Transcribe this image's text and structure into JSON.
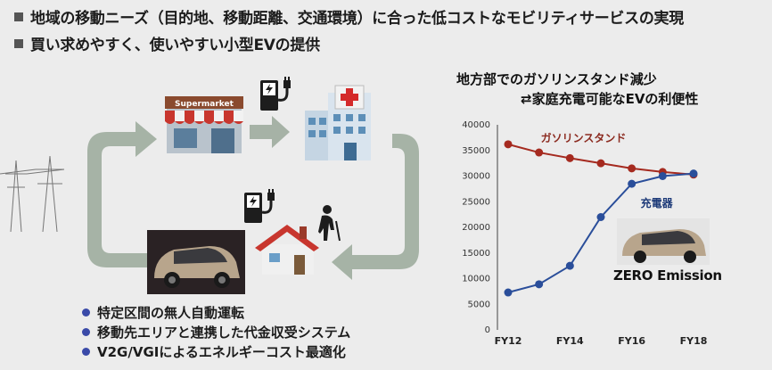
{
  "header": {
    "bullet1": "地域の移動ニーズ（目的地、移動距離、交通環境）に合った低コストなモビリティサービスの実現",
    "bullet2": "買い求めやすく、使いやすい小型EVの提供"
  },
  "diagram": {
    "supermarket_sign": "Supermarket"
  },
  "features": [
    "特定区間の無人自動運転",
    "移動先エリアと連携した代金収受システム",
    "V2G/VGIによるエネルギーコスト最適化"
  ],
  "chart_header": {
    "line1": "地方部でのガソリンスタンド減少",
    "line2": "⇄家庭充電可能なEVの利便性"
  },
  "chart_data": {
    "type": "line",
    "x": [
      "FY12",
      "FY13",
      "FY14",
      "FY15",
      "FY16",
      "FY17",
      "FY18"
    ],
    "x_tick_labels": [
      "FY12",
      "FY14",
      "FY16",
      "FY18"
    ],
    "ylim": [
      0,
      40000
    ],
    "y_ticks": [
      "0",
      "5000",
      "10000",
      "15000",
      "20000",
      "25000",
      "30000",
      "35000",
      "40000"
    ],
    "grid": false,
    "series": [
      {
        "name": "ガソリンスタンド",
        "color": "#a52a1f",
        "values": [
          36200,
          34600,
          33500,
          32500,
          31500,
          30800,
          30300
        ]
      },
      {
        "name": "充電器",
        "color": "#2a4e9a",
        "values": [
          7300,
          8900,
          12500,
          22000,
          28500,
          30000,
          30500
        ]
      }
    ]
  },
  "logo": {
    "zero_emission": "ZERO Emission"
  }
}
